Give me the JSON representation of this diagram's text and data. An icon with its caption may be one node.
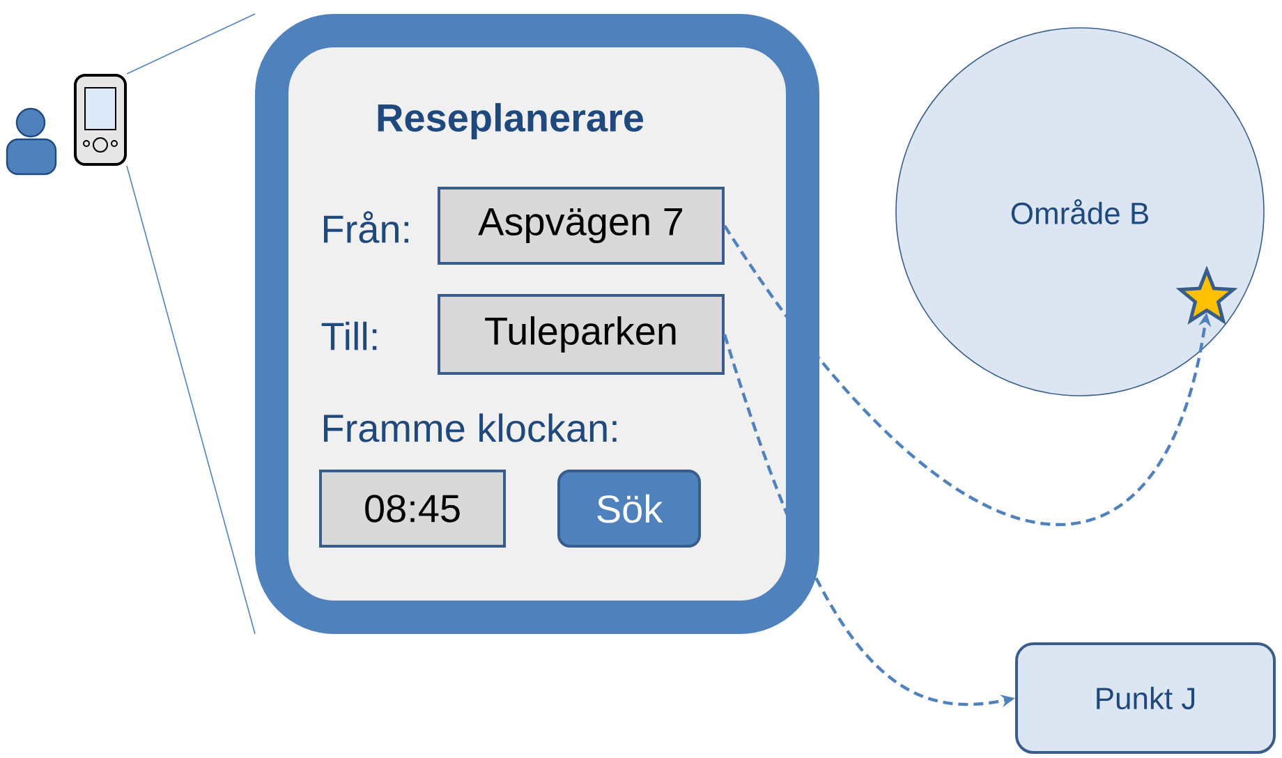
{
  "diagram": {
    "nodes": [
      {
        "text": [],
        "shape": "phone"
      },
      {
        "text": [
          "Reseplanerare",
          "Från:",
          "Till:",
          "Framme klockan:"
        ]
      },
      {
        "text": [
          "Aspvägen 7"
        ],
        "in": 1
      },
      {
        "text": [
          "Tuleparken"
        ],
        "in": 1
      },
      {
        "text": [
          "08:45"
        ],
        "in": 1
      },
      {
        "text": [
          "Sök"
        ],
        "in": 1
      },
      {
        "text": [
          "Område B"
        ]
      },
      {
        "text": [],
        "shape": "star",
        "in": 6
      },
      {
        "text": [
          "Punkt J"
        ]
      }
    ],
    "edges": [
      {
        "from": 0,
        "to": 1,
        "arrow": "none"
      },
      {
        "from": 0,
        "to": 1,
        "arrow": "none"
      },
      {
        "from": 2,
        "to": 7,
        "arrow": "to",
        "style": "dashed"
      },
      {
        "from": 3,
        "to": 8,
        "arrow": "to",
        "style": "dashed"
      }
    ]
  }
}
